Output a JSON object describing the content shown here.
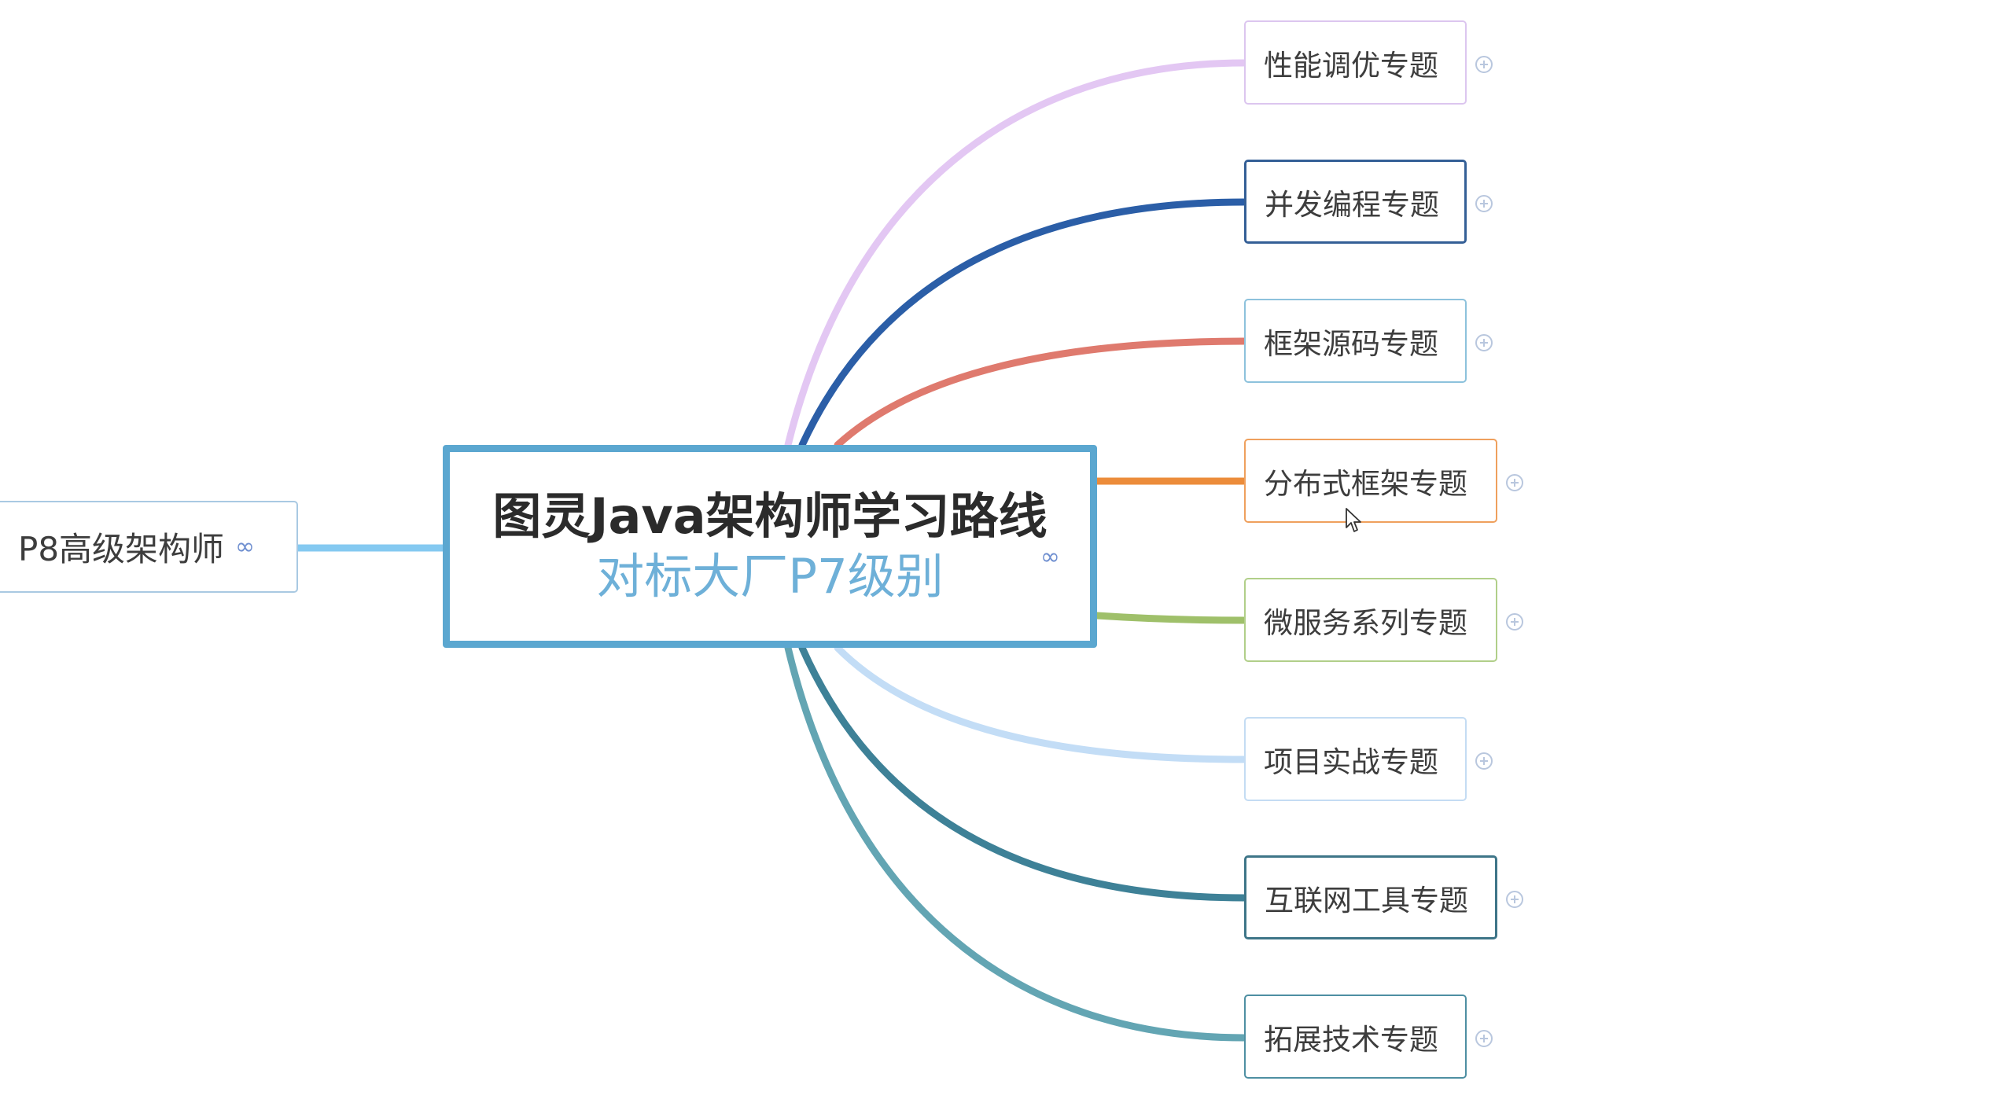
{
  "central_topic": {
    "title": "图灵Java架构师学习路线",
    "subtitle": "对标大厂P7级别",
    "link_icon": "link-icon",
    "link_glyph": "∞"
  },
  "left_topic": {
    "label": "P8高级架构师",
    "link_icon": "link-icon",
    "link_glyph": "∞"
  },
  "branches": [
    {
      "label": "性能调优专题",
      "border_color": "#dcc6ef",
      "line_color": "#e3c7f3"
    },
    {
      "label": "并发编程专题",
      "border_color": "#345f96",
      "line_color": "#2b5ea7"
    },
    {
      "label": "框架源码专题",
      "border_color": "#8dc2dc",
      "line_color": "#df7a6e"
    },
    {
      "label": "分布式框架专题",
      "border_color": "#efa05d",
      "line_color": "#ec8c3a"
    },
    {
      "label": "微服务系列专题",
      "border_color": "#b1cf89",
      "line_color": "#9fc06a"
    },
    {
      "label": "项目实战专题",
      "border_color": "#c4dcf3",
      "line_color": "#c3ddf6"
    },
    {
      "label": "互联网工具专题",
      "border_color": "#3e7588",
      "line_color": "#3e8197"
    },
    {
      "label": "拓展技术专题",
      "border_color": "#4e8fa2",
      "line_color": "#63a5b3"
    }
  ],
  "colors": {
    "central_border": "#5ba7d0",
    "left_connector": "#84c9f1",
    "expand_icon": "#b9c7de"
  },
  "icons": {
    "expand": "plus-circle-icon",
    "cursor": "mouse-pointer-icon"
  }
}
